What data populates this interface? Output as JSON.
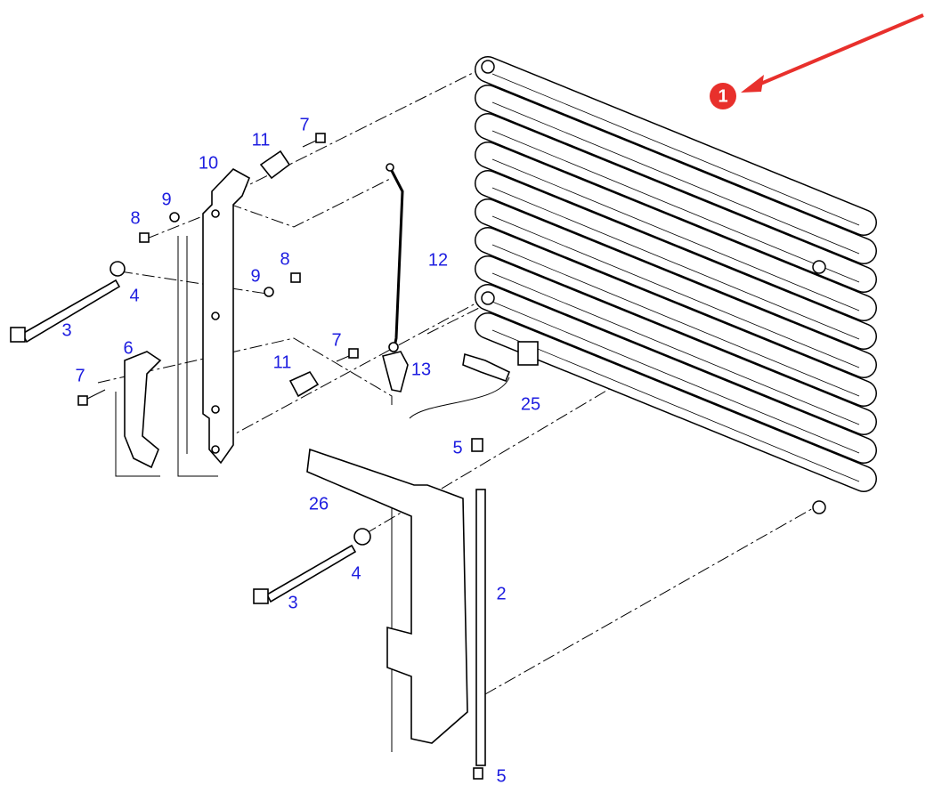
{
  "diagram": {
    "highlight_badge": "1",
    "highlight_color": "#e8302c",
    "label_color": "#1d1de0",
    "labels": [
      {
        "id": "condenser",
        "text": "1"
      },
      {
        "id": "bracket-upper",
        "text": "10"
      },
      {
        "id": "clip-upper",
        "text": "11"
      },
      {
        "id": "bolt-upper",
        "text": "7"
      },
      {
        "id": "washer-left",
        "text": "9"
      },
      {
        "id": "nut-left",
        "text": "8"
      },
      {
        "id": "washer-mid",
        "text": "9"
      },
      {
        "id": "nut-mid",
        "text": "8"
      },
      {
        "id": "flat-washer-upper",
        "text": "4"
      },
      {
        "id": "long-bolt-upper",
        "text": "3"
      },
      {
        "id": "handle",
        "text": "6"
      },
      {
        "id": "bolt-left",
        "text": "7"
      },
      {
        "id": "bolt-mid",
        "text": "7"
      },
      {
        "id": "clip-mid",
        "text": "11"
      },
      {
        "id": "hose",
        "text": "12"
      },
      {
        "id": "tag",
        "text": "13"
      },
      {
        "id": "pressure-switch",
        "text": "25"
      },
      {
        "id": "stud-top",
        "text": "5"
      },
      {
        "id": "screws",
        "text": "26"
      },
      {
        "id": "flat-washer-lower",
        "text": "4"
      },
      {
        "id": "long-bolt-lower",
        "text": "3"
      },
      {
        "id": "rod",
        "text": "2"
      },
      {
        "id": "stud-bottom",
        "text": "5"
      }
    ]
  }
}
